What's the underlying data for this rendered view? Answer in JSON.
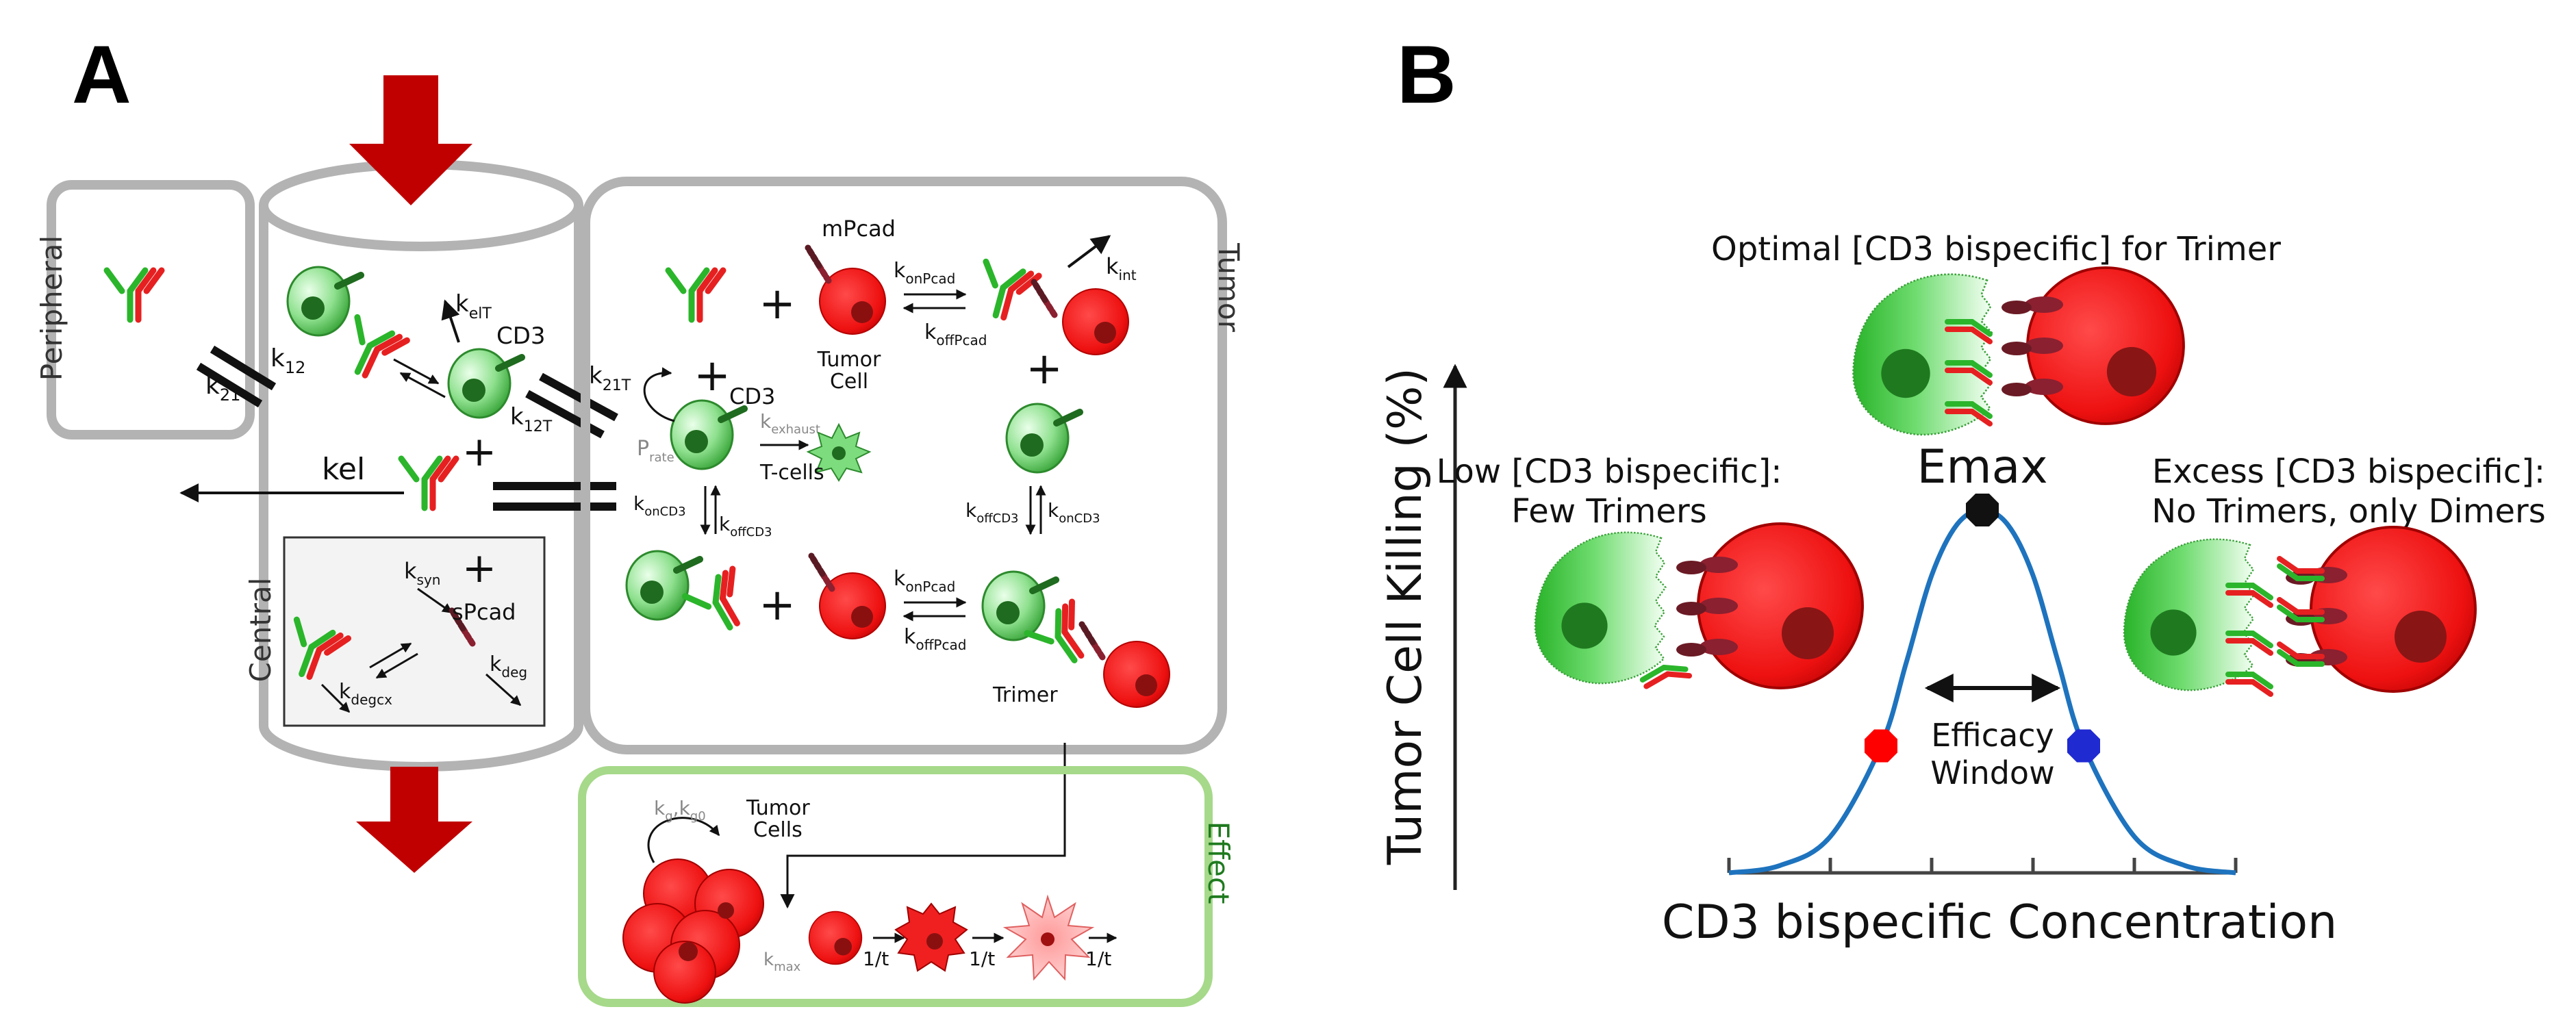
{
  "colors": {
    "compartment_gray": "#b3b3b3",
    "effect_green": "#9fd37f",
    "dark_red": "#c00000",
    "cell_green": "#6fd36f",
    "tumor_red": "#ee1111",
    "curve_blue": "#1e73be",
    "emax_black": "#111111",
    "low_red": "#ff0000",
    "high_blue": "#1f2ad1"
  },
  "panel_a": {
    "letter": "A",
    "peripheral_label": "Peripheral",
    "central_label": "Central",
    "tumor_label": "Tumor",
    "effect_label": "Effect",
    "rates": {
      "k21_base": "k",
      "k21_sub": "21",
      "k12_base": "k",
      "k12_sub": "12",
      "kelT_base": "k",
      "kelT_sub": "elT",
      "k21T_base": "k",
      "k21T_sub": "21T",
      "k12T_base": "k",
      "k12T_sub": "12T",
      "kel": "kel",
      "ksyn_base": "k",
      "ksyn_sub": "syn",
      "kdeg_base": "k",
      "kdeg_sub": "deg",
      "kdegcx_base": "k",
      "kdegcx_sub": "degcx",
      "prate_base": "P",
      "prate_sub": "rate",
      "kexhaust_base": "k",
      "kexhaust_sub": "exhaust",
      "konCD3_base": "k",
      "konCD3_sub": "onCD3",
      "koffCD3_base": "k",
      "koffCD3_sub": "offCD3",
      "konPcad_base": "k",
      "konPcad_sub": "onPcad",
      "koffPcad_base": "k",
      "koffPcad_sub": "offPcad",
      "kint_base": "k",
      "kint_sub": "int",
      "kg": "k",
      "kg_sub": "g",
      "kg0_sub": "g0",
      "kmax_base": "k",
      "kmax_sub": "max",
      "one_over_t": "1/t"
    },
    "labels": {
      "cd3": "CD3",
      "spcad": "sPcad",
      "mpcad": "mPcad",
      "tumor_cell_line1": "Tumor",
      "tumor_cell_line2": "Cell",
      "t_cells": "T-cells",
      "trimer": "Trimer",
      "tumor_cells_line1": "Tumor",
      "tumor_cells_line2": "Cells",
      "plus": "+"
    },
    "icons": [
      "bispecific-antibody-icon",
      "t-cell-icon",
      "tumor-cell-icon",
      "spcad-icon",
      "infusion-arrow-icon",
      "elimination-arrow-icon"
    ]
  },
  "panel_b": {
    "letter": "B",
    "y_axis_label": "Tumor Cell Killing (%)",
    "x_axis_label": "CD3 bispecific Concentration",
    "optimal_title": "Optimal [CD3 bispecific] for Trimer",
    "low_line1": "Low [CD3 bispecific]:",
    "low_line2": "Few Trimers",
    "excess_line1": "Excess [CD3 bispecific]:",
    "excess_line2": "No Trimers, only Dimers",
    "emax_label": "Emax",
    "window_line1": "Efficacy",
    "window_line2": "Window",
    "icons": [
      "t-cell-icon",
      "tumor-cell-icon",
      "bispecific-antibody-icon",
      "double-arrow-icon"
    ]
  },
  "chart_data": {
    "type": "line",
    "x": [
      0,
      0.1,
      0.2,
      0.3,
      0.35,
      0.4,
      0.45,
      0.5,
      0.55,
      0.6,
      0.65,
      0.7,
      0.8,
      0.9,
      1.0
    ],
    "y": [
      0,
      2,
      10,
      35,
      58,
      82,
      96,
      100,
      96,
      82,
      58,
      35,
      10,
      2,
      0
    ],
    "xlabel": "CD3 bispecific Concentration",
    "ylabel": "Tumor Cell Killing (%)",
    "xticks": 6,
    "points": [
      {
        "label": "",
        "x": 0.3,
        "y": 35,
        "color": "#ff0000"
      },
      {
        "label": "Emax",
        "x": 0.5,
        "y": 100,
        "color": "#111111"
      },
      {
        "label": "",
        "x": 0.7,
        "y": 35,
        "color": "#1f2ad1"
      }
    ]
  }
}
